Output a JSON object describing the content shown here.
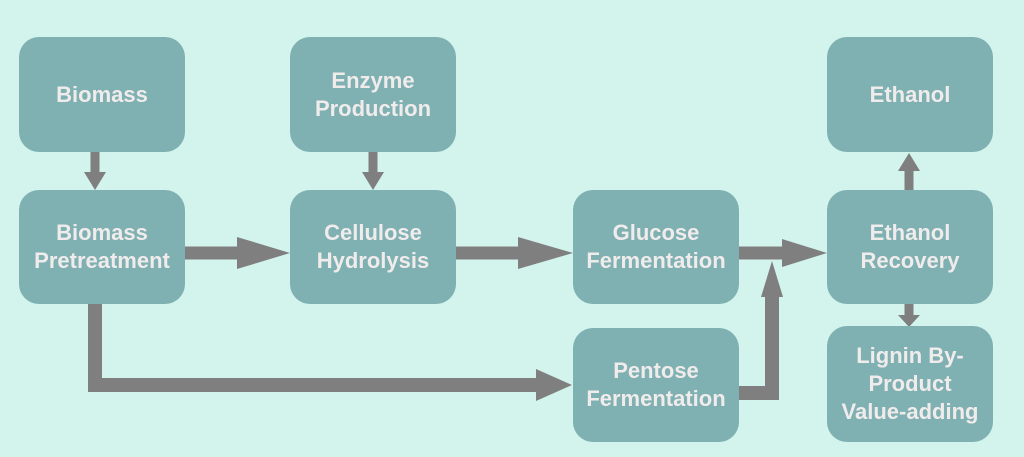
{
  "diagram": {
    "type": "flowchart",
    "subject": "Lignocellulosic biomass to ethanol process",
    "background_color": "#d3f4ed",
    "node_fill_color": "#7fb0b2",
    "node_text_color": "#f1ecec",
    "arrow_color": "#7f7f7f",
    "nodes": [
      {
        "id": "biomass",
        "label": "Biomass"
      },
      {
        "id": "enzyme-production",
        "label": "Enzyme Production"
      },
      {
        "id": "ethanol",
        "label": "Ethanol"
      },
      {
        "id": "biomass-pretreatment",
        "label": "Biomass Pretreatment"
      },
      {
        "id": "cellulose-hydrolysis",
        "label": "Cellulose Hydrolysis"
      },
      {
        "id": "glucose-fermentation",
        "label": "Glucose Fermentation"
      },
      {
        "id": "ethanol-recovery",
        "label": "Ethanol Recovery"
      },
      {
        "id": "pentose-fermentation",
        "label": "Pentose Fermentation"
      },
      {
        "id": "lignin-byproduct",
        "label": "Lignin By-Product Value-adding"
      }
    ],
    "edges": [
      {
        "from": "Biomass",
        "to": "Biomass Pretreatment",
        "direction": "down"
      },
      {
        "from": "Enzyme Production",
        "to": "Cellulose Hydrolysis",
        "direction": "down"
      },
      {
        "from": "Biomass Pretreatment",
        "to": "Cellulose Hydrolysis",
        "direction": "right"
      },
      {
        "from": "Cellulose Hydrolysis",
        "to": "Glucose Fermentation",
        "direction": "right"
      },
      {
        "from": "Glucose Fermentation",
        "to": "Ethanol Recovery",
        "direction": "right"
      },
      {
        "from": "Biomass Pretreatment",
        "to": "Pentose Fermentation",
        "direction": "down-right"
      },
      {
        "from": "Pentose Fermentation",
        "to": "Ethanol Recovery",
        "direction": "right-up-merge"
      },
      {
        "from": "Ethanol Recovery",
        "to": "Ethanol",
        "direction": "up"
      },
      {
        "from": "Ethanol Recovery",
        "to": "Lignin By-Product Value-adding",
        "direction": "down"
      }
    ]
  }
}
